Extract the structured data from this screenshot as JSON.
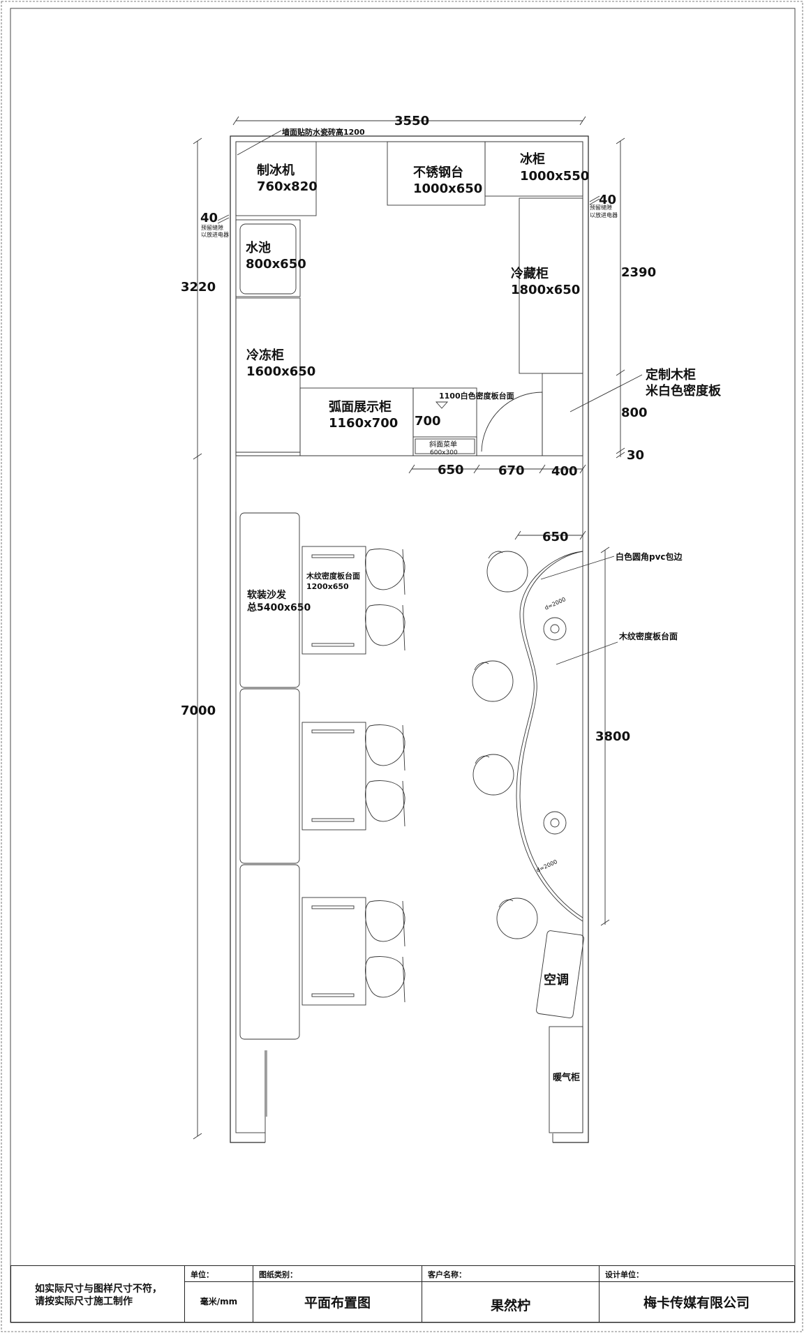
{
  "labels": {
    "tile_note": "墙面贴防水瓷砖高1200",
    "ice_maker": "制冰机",
    "ice_maker_size": "760x820",
    "steel_bench": "不锈钢台",
    "steel_bench_size": "1000x650",
    "freezer_small": "冰柜",
    "freezer_small_size": "1000x550",
    "sink": "水池",
    "sink_size": "800x650",
    "fridge": "冷藏柜",
    "fridge_size": "1800x650",
    "freezer": "冷冻柜",
    "freezer_size": "1600x650",
    "display": "弧面展示柜",
    "display_size": "1160x700",
    "counter_top": "1100白色密度板台面",
    "menu": "斜面菜单",
    "menu_size": "600x300",
    "custom_cab": "定制木柜",
    "custom_cab_mat": "米白色密度板",
    "gap_note_l1": "预留缝隙",
    "gap_note_l2": "以放进电器",
    "sofa": "软装沙发",
    "sofa_size": "总5400x650",
    "table_top": "木纹密度板台面",
    "table_size": "1200x650",
    "pvc_edge": "白色圆角pvc包边",
    "bar_top": "木纹密度板台面",
    "arc_d1": "d=2000",
    "arc_d2": "d=2000",
    "ac": "空调",
    "heater": "暖气柜"
  },
  "dimensions": {
    "top_width": "3550",
    "left_upper": "3220",
    "left_lower": "7000",
    "right_gap_l": "40",
    "right_gap_r": "40",
    "right_2390": "2390",
    "right_800": "800",
    "right_30": "30",
    "d650": "650",
    "d670": "670",
    "d400": "400",
    "d700": "700",
    "bar_650": "650",
    "bar_3800": "3800"
  },
  "title_block": {
    "note_line1": "如实际尺寸与图样尺寸不符，",
    "note_line2": "请按实际尺寸施工制作",
    "unit_caption": "单位：",
    "unit_value": "毫米/mm",
    "type_caption": "图纸类别：",
    "type_value": "平面布置图",
    "client_caption": "客户名称：",
    "client_value": "果然柠",
    "designer_caption": "设计单位：",
    "designer_value": "梅卡传媒有限公司"
  }
}
